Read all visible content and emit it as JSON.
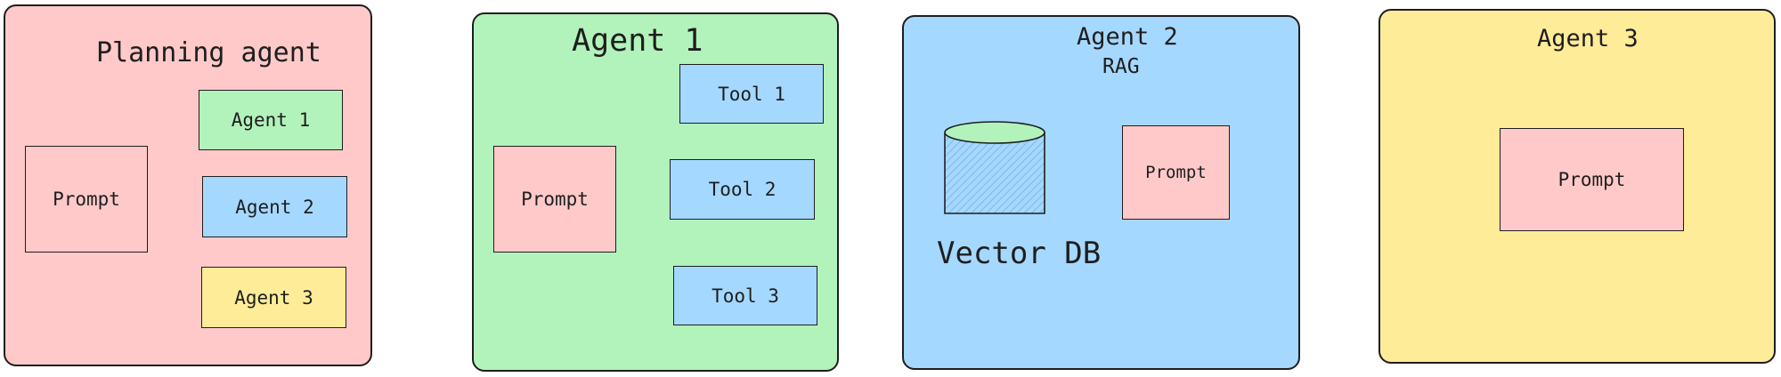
{
  "colors": {
    "pink": "#ffc9c9",
    "green": "#b2f2bb",
    "blue": "#a5d8ff",
    "yellow": "#ffec99",
    "stroke": "#1e1e1e"
  },
  "planning_panel": {
    "title": "Planning agent",
    "prompt": "Prompt",
    "agents": [
      "Agent 1",
      "Agent 2",
      "Agent 3"
    ]
  },
  "agent1_panel": {
    "title": "Agent 1",
    "prompt": "Prompt",
    "tools": [
      "Tool 1",
      "Tool 2",
      "Tool 3"
    ]
  },
  "agent2_panel": {
    "title": "Agent 2",
    "subtitle": "RAG",
    "vector_db_label": "Vector DB",
    "prompt": "Prompt"
  },
  "agent3_panel": {
    "title": "Agent 3",
    "prompt": "Prompt"
  }
}
